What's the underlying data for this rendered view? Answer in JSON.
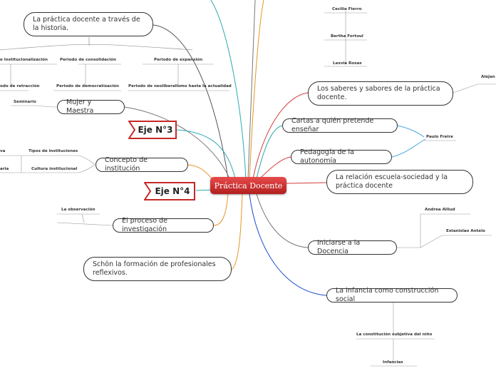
{
  "central": "Práctica Docente",
  "ejes": [
    "Eje N°3",
    "Eje N°4"
  ],
  "main_nodes": {
    "historia": "La práctica docente a través de la historia.",
    "mujer": "Mujer y Maestra",
    "institucion": "Concepto de institución",
    "investigacion": "El proceso de investigación",
    "schon": "Schön la formación de profesionales reflexivos.",
    "saberes": "Los saberes y sabores de la práctica docente.",
    "cartas": "Cartas a quién pretende enseñar",
    "pedagogia": "Pedagogía de la autonomía",
    "relacion": "La relación escuela-sociedad y la práctica docente",
    "iniciarse": "Iniciarse a la Docencia",
    "infancia": "La infancia como construcción social"
  },
  "sub_nodes": {
    "institucionalizacion": "e institucionalización",
    "consolidacion": "Periodo de consolidación",
    "expansion": "Periodo de expansión",
    "retraccion": "odo de retracción",
    "democratizacion": "Periodo de democratización",
    "neoliberalismo": "Periodo de neoliberalismo hasta la actualidad",
    "seminario": "Seminario",
    "va": "va",
    "tipos": "Tipos de instituciones",
    "aria": "aria",
    "cultura": "Cultura institucional",
    "observacion": "La observación",
    "cecilia": "Cecilia Fierro",
    "bertha": "Bertha Fortoul",
    "lesvia": "Lesvia Rosas",
    "alejandro": "Alejan",
    "freire": "Paulo Freire",
    "alliud": "Andrea Alliud",
    "antelo": "Estanislao Antelo",
    "subjetiva": "La constitución subjetiva del niño",
    "infancias": "Infancias"
  },
  "colors": {
    "red_branch": "#d63b3b",
    "teal_branch": "#2aaab0",
    "orange_branch": "#e8941f",
    "blue_branch": "#1f4fc8",
    "gray_branch": "#777777",
    "eje_border": "#c62828",
    "light_blue": "#49a8e0"
  }
}
